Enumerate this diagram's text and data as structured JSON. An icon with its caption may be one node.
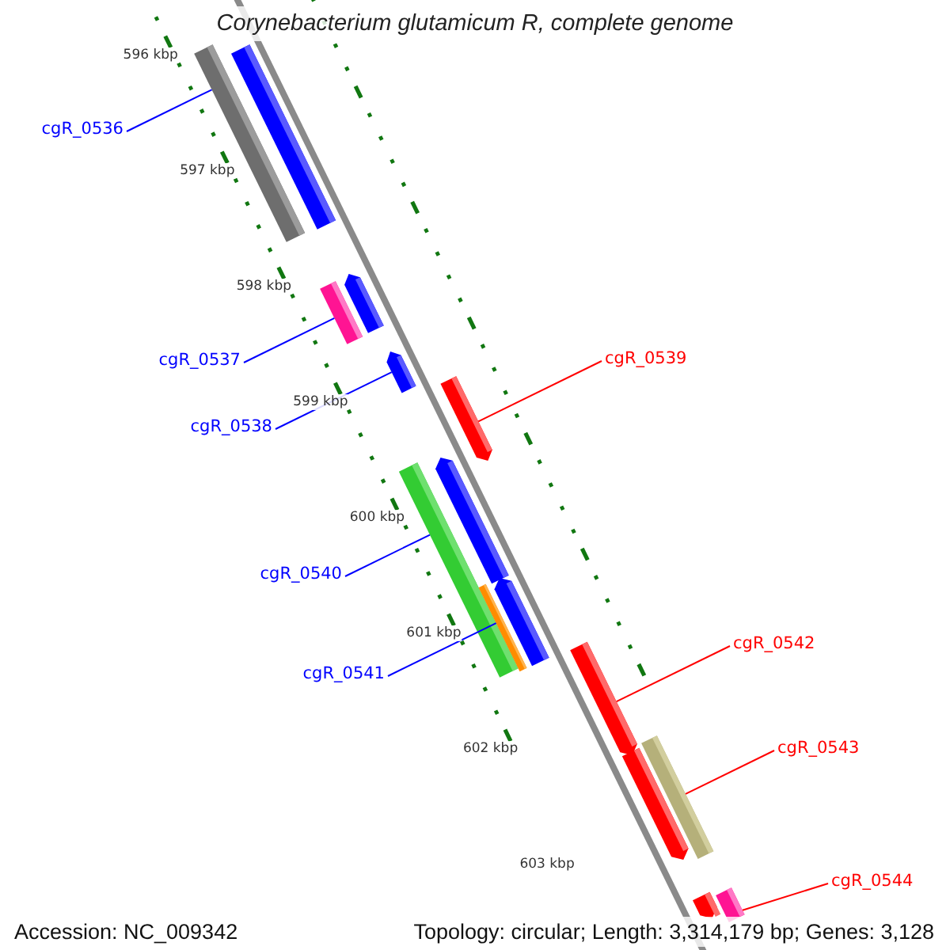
{
  "diagram": {
    "title": "Corynebacterium glutamicum R, complete genome",
    "nodes": [
      {
        "text": [
          "cgR_0536"
        ]
      },
      {
        "text": [
          "cgR_0537"
        ]
      },
      {
        "text": [
          "cgR_0538"
        ]
      },
      {
        "text": [
          "cgR_0539"
        ]
      },
      {
        "text": [
          "cgR_0540"
        ]
      },
      {
        "text": [
          "cgR_0541"
        ]
      },
      {
        "text": [
          "cgR_0542"
        ]
      },
      {
        "text": [
          "cgR_0543"
        ]
      },
      {
        "text": [
          "cgR_0544"
        ]
      },
      {
        "text": [],
        "shape": "bar"
      },
      {
        "text": [],
        "shape": "bar"
      },
      {
        "text": [],
        "shape": "bar"
      },
      {
        "text": [],
        "shape": "pentagon"
      },
      {
        "text": [],
        "shape": "pentagon"
      },
      {
        "text": [],
        "shape": "pentagon"
      },
      {
        "text": [],
        "shape": "pentagon"
      },
      {
        "text": [],
        "shape": "bar"
      },
      {
        "text": [],
        "shape": "pentagon"
      },
      {
        "text": [],
        "shape": "bar"
      },
      {
        "text": [],
        "shape": "pentagon"
      },
      {
        "text": [],
        "shape": "bar"
      },
      {
        "text": [],
        "shape": "pentagon"
      },
      {
        "text": [],
        "shape": "bar"
      },
      {
        "text": [],
        "shape": "pentagon"
      }
    ],
    "edges": [
      {
        "from": 0,
        "to": 9,
        "arrow": "none"
      },
      {
        "from": 1,
        "to": 11,
        "arrow": "none"
      },
      {
        "from": 2,
        "to": 13,
        "arrow": "none"
      },
      {
        "from": 3,
        "to": 14,
        "arrow": "none",
        "color": "#ff0000"
      },
      {
        "from": 4,
        "to": 16,
        "arrow": "none"
      },
      {
        "from": 5,
        "to": 18,
        "arrow": "none"
      },
      {
        "from": 6,
        "to": 19,
        "arrow": "none",
        "color": "#ff0000"
      },
      {
        "from": 7,
        "to": 20,
        "arrow": "none",
        "color": "#ff0000"
      },
      {
        "from": 8,
        "to": 22,
        "arrow": "none",
        "color": "#ff0000"
      }
    ],
    "labels": [
      "596 kbp",
      "597 kbp",
      "598 kbp",
      "599 kbp",
      "600 kbp",
      "601 kbp",
      "602 kbp",
      "603 kbp",
      "Accession: NC_009342",
      "Topology: circular; Length: 3,314,179 bp; Genes: 3,128"
    ]
  }
}
